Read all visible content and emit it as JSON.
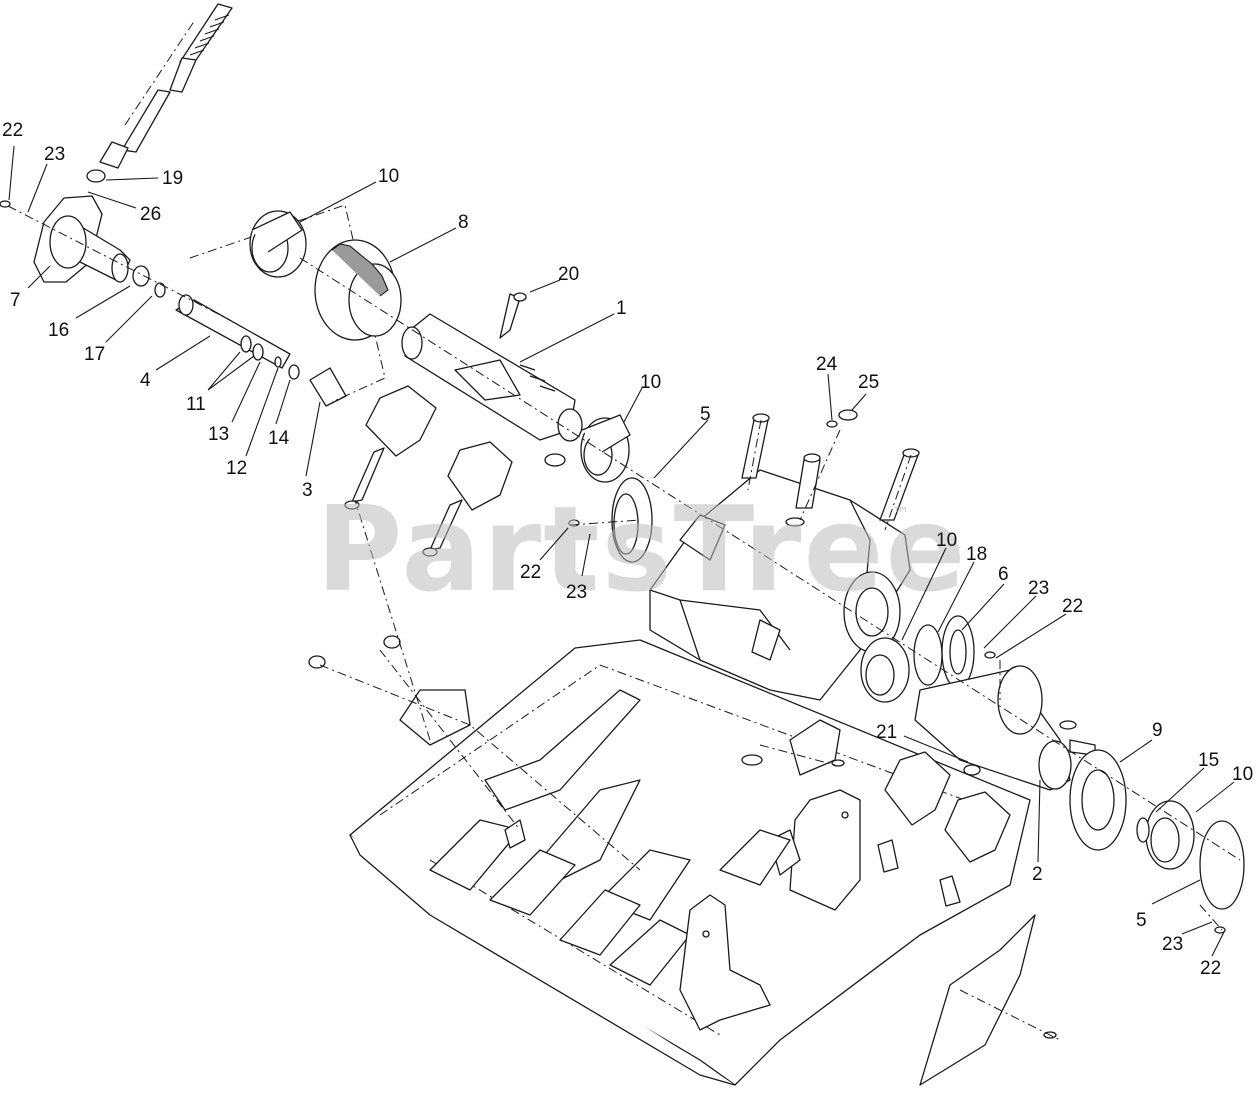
{
  "watermark": {
    "text": "PartsTree",
    "mark": "™",
    "color": "#bdbdbd"
  },
  "callouts": [
    {
      "id": "c22a",
      "label": "22"
    },
    {
      "id": "c23a",
      "label": "23"
    },
    {
      "id": "c19",
      "label": "19"
    },
    {
      "id": "c26",
      "label": "26"
    },
    {
      "id": "c7",
      "label": "7"
    },
    {
      "id": "c16",
      "label": "16"
    },
    {
      "id": "c17",
      "label": "17"
    },
    {
      "id": "c4",
      "label": "4"
    },
    {
      "id": "c11",
      "label": "11"
    },
    {
      "id": "c13",
      "label": "13"
    },
    {
      "id": "c12",
      "label": "12"
    },
    {
      "id": "c14",
      "label": "14"
    },
    {
      "id": "c3",
      "label": "3"
    },
    {
      "id": "c10a",
      "label": "10"
    },
    {
      "id": "c8",
      "label": "8"
    },
    {
      "id": "c20",
      "label": "20"
    },
    {
      "id": "c1",
      "label": "1"
    },
    {
      "id": "c10b",
      "label": "10"
    },
    {
      "id": "c5a",
      "label": "5"
    },
    {
      "id": "c24",
      "label": "24"
    },
    {
      "id": "c25",
      "label": "25"
    },
    {
      "id": "c22b",
      "label": "22"
    },
    {
      "id": "c23b",
      "label": "23"
    },
    {
      "id": "c10c",
      "label": "10"
    },
    {
      "id": "c18",
      "label": "18"
    },
    {
      "id": "c6",
      "label": "6"
    },
    {
      "id": "c23c",
      "label": "23"
    },
    {
      "id": "c22c",
      "label": "22"
    },
    {
      "id": "c21",
      "label": "21"
    },
    {
      "id": "c9",
      "label": "9"
    },
    {
      "id": "c15",
      "label": "15"
    },
    {
      "id": "c10d",
      "label": "10"
    },
    {
      "id": "c2",
      "label": "2"
    },
    {
      "id": "c5b",
      "label": "5"
    },
    {
      "id": "c23d",
      "label": "23"
    },
    {
      "id": "c22d",
      "label": "22"
    }
  ]
}
